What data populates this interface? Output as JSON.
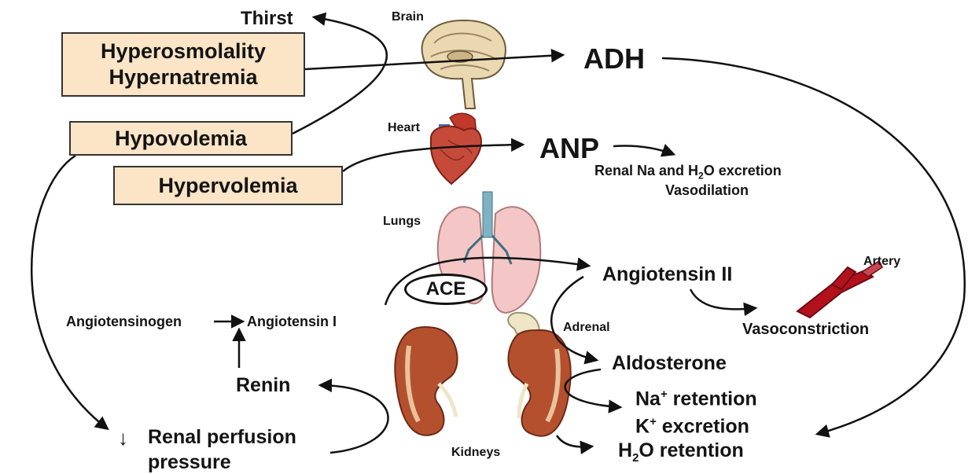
{
  "stimuli": {
    "thirst": "Thirst",
    "hyperosmolality": "Hyperosmolality",
    "hypernatremia": "Hypernatremia",
    "hypovolemia": "Hypovolemia",
    "hypervolemia": "Hypervolemia"
  },
  "organs": {
    "brain": "Brain",
    "heart": "Heart",
    "lungs": "Lungs",
    "adrenal": "Adrenal",
    "kidneys": "Kidneys",
    "artery": "Artery"
  },
  "hormones": {
    "adh": "ADH",
    "anp": "ANP",
    "ace": "ACE",
    "angiotensin_ii": "Angiotensin II",
    "angiotensinogen": "Angiotensinogen",
    "angiotensin_i": "Angiotensin I",
    "renin": "Renin",
    "aldosterone": "Aldosterone"
  },
  "effects": {
    "anp_effect_1_pre": "Renal Na and H",
    "anp_effect_1_sub": "2",
    "anp_effect_1_post": "O excretion",
    "anp_effect_2": "Vasodilation",
    "vasoconstriction": "Vasoconstriction",
    "na_retention_base": "Na",
    "na_retention_sup": "+",
    "na_retention_rest": " retention",
    "k_excretion_base": "K",
    "k_excretion_sup": "+",
    "k_excretion_rest": " excretion",
    "h2o_base": "H",
    "h2o_sub": "2",
    "h2o_rest": "O retention",
    "renal_perfusion_arrow": "↓",
    "renal_perfusion_1": "Renal perfusion",
    "renal_perfusion_2": "pressure"
  },
  "colors": {
    "box_fill": "#fbe5c6",
    "arrow": "#111111",
    "brain": "#ead9b0",
    "heart": "#c0392b",
    "lungs": "#f4c6c6",
    "kidney": "#b5502e",
    "adrenal": "#efe6c8",
    "artery": "#b3121d"
  }
}
